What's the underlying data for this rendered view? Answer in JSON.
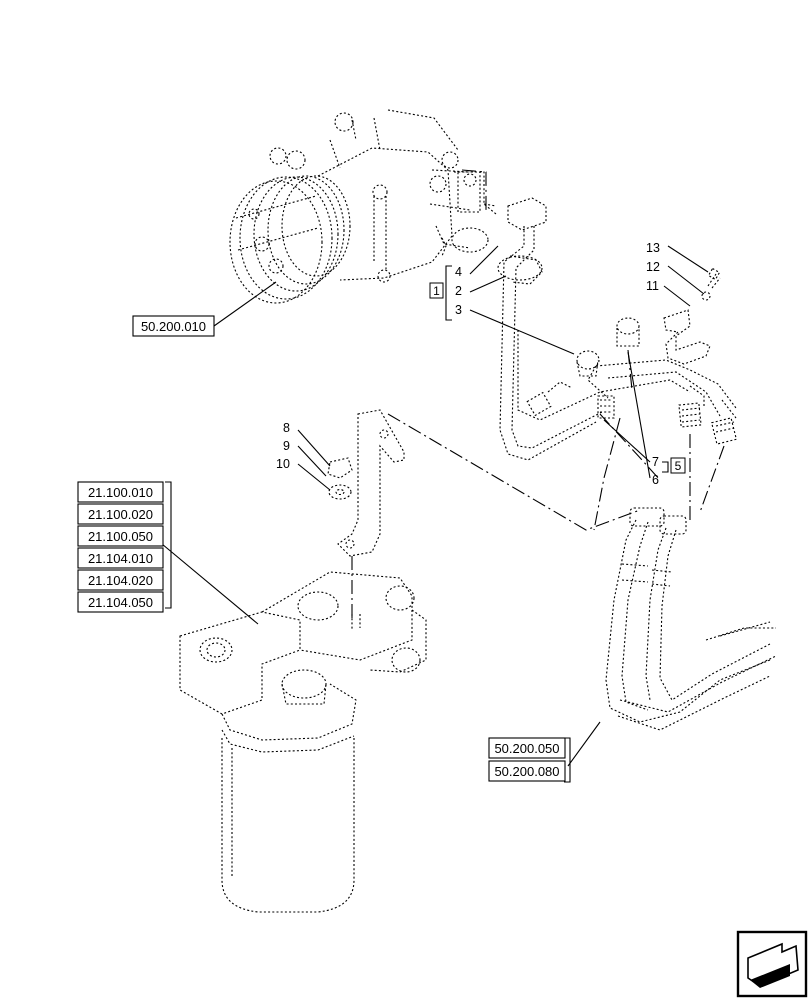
{
  "references": {
    "compressor": "50.200.010",
    "filter": [
      "21.100.010",
      "21.100.020",
      "21.100.050",
      "21.104.010",
      "21.104.020",
      "21.104.050"
    ],
    "hoses": [
      "50.200.050",
      "50.200.080"
    ]
  },
  "callouts": {
    "n1": "1",
    "n2": "2",
    "n3": "3",
    "n4": "4",
    "n5": "5",
    "n6": "6",
    "n7": "7",
    "n8": "8",
    "n9": "9",
    "n10": "10",
    "n11": "11",
    "n12": "12",
    "n13": "13"
  },
  "icons": {
    "nav": "previous-page-arrow-icon"
  }
}
